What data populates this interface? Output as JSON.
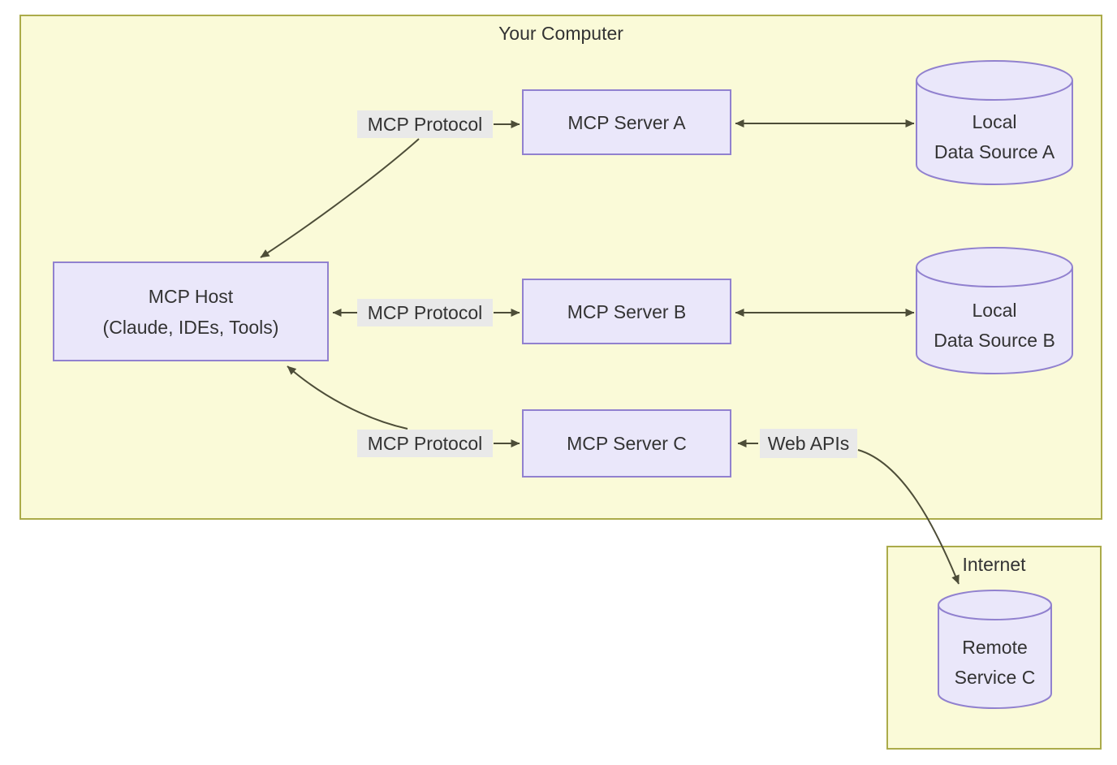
{
  "clusters": {
    "your_computer": {
      "title": "Your Computer"
    },
    "internet": {
      "title": "Internet"
    }
  },
  "nodes": {
    "host": {
      "line1": "MCP Host",
      "line2": "(Claude, IDEs, Tools)"
    },
    "server_a": {
      "label": "MCP Server A"
    },
    "server_b": {
      "label": "MCP Server B"
    },
    "server_c": {
      "label": "MCP Server C"
    },
    "data_source_a": {
      "line1": "Local",
      "line2": "Data Source A"
    },
    "data_source_b": {
      "line1": "Local",
      "line2": "Data Source B"
    },
    "remote_service_c": {
      "line1": "Remote",
      "line2": "Service C"
    }
  },
  "edge_labels": {
    "protocol_a": "MCP Protocol",
    "protocol_b": "MCP Protocol",
    "protocol_c": "MCP Protocol",
    "web_apis": "Web APIs"
  },
  "colors": {
    "cluster_fill": "#fafad8",
    "cluster_border": "#abab4a",
    "node_fill": "#eae7fa",
    "node_border": "#9181cf",
    "edge": "#4d4d38",
    "edge_label_bg": "#e9e9e9",
    "text": "#333333"
  }
}
